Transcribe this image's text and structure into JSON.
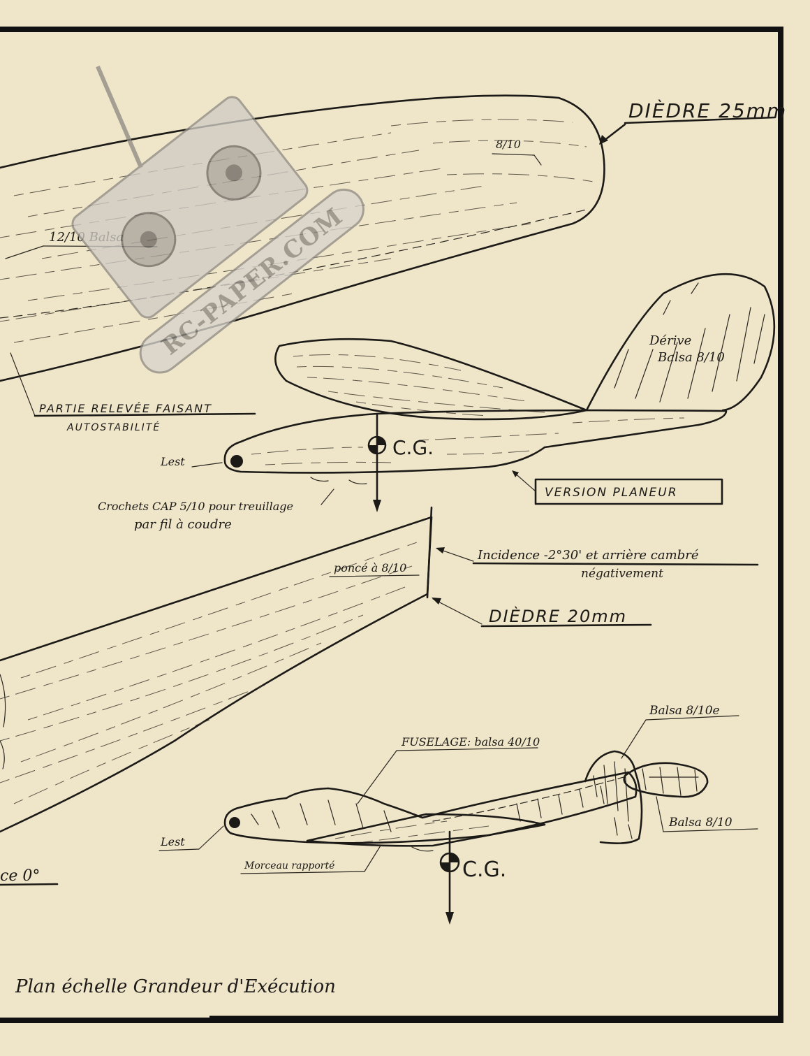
{
  "wing_top": {
    "dihedral": "DIÈDRE 25mm",
    "tip_thickness": "8/10",
    "main_thickness": "12/10 Balsa",
    "raised_part_line1": "PARTIE RELEVÉE FAISANT",
    "raised_part_line2": "AUTOSTABILITÉ"
  },
  "glider": {
    "fin_line1": "Dérive",
    "fin_line2": "Balsa 8/10",
    "ballast": "Lest",
    "cg": "C.G.",
    "version": "VERSION PLANEUR",
    "hooks_line1": "Crochets CAP 5/10 pour treuillage",
    "hooks_line2": "par fil à coudre"
  },
  "wing_mid": {
    "sanded": "poncé à 8/10",
    "incidence_line1": "Incidence -2°30' et arrière cambré",
    "incidence_line2": "négativement",
    "dihedral": "DIÈDRE 20mm",
    "edge_label": "ce 0°"
  },
  "second_model": {
    "fuselage": "FUSELAGE: balsa 40/10",
    "fin_balsa": "Balsa 8/10e",
    "stab_balsa": "Balsa 8/10",
    "ballast": "Lest",
    "piece": "Morceau rapporté",
    "cg": "C.G."
  },
  "watermark": "RC-PAPER.COM",
  "footer": "Plan échelle Grandeur d'Exécution"
}
